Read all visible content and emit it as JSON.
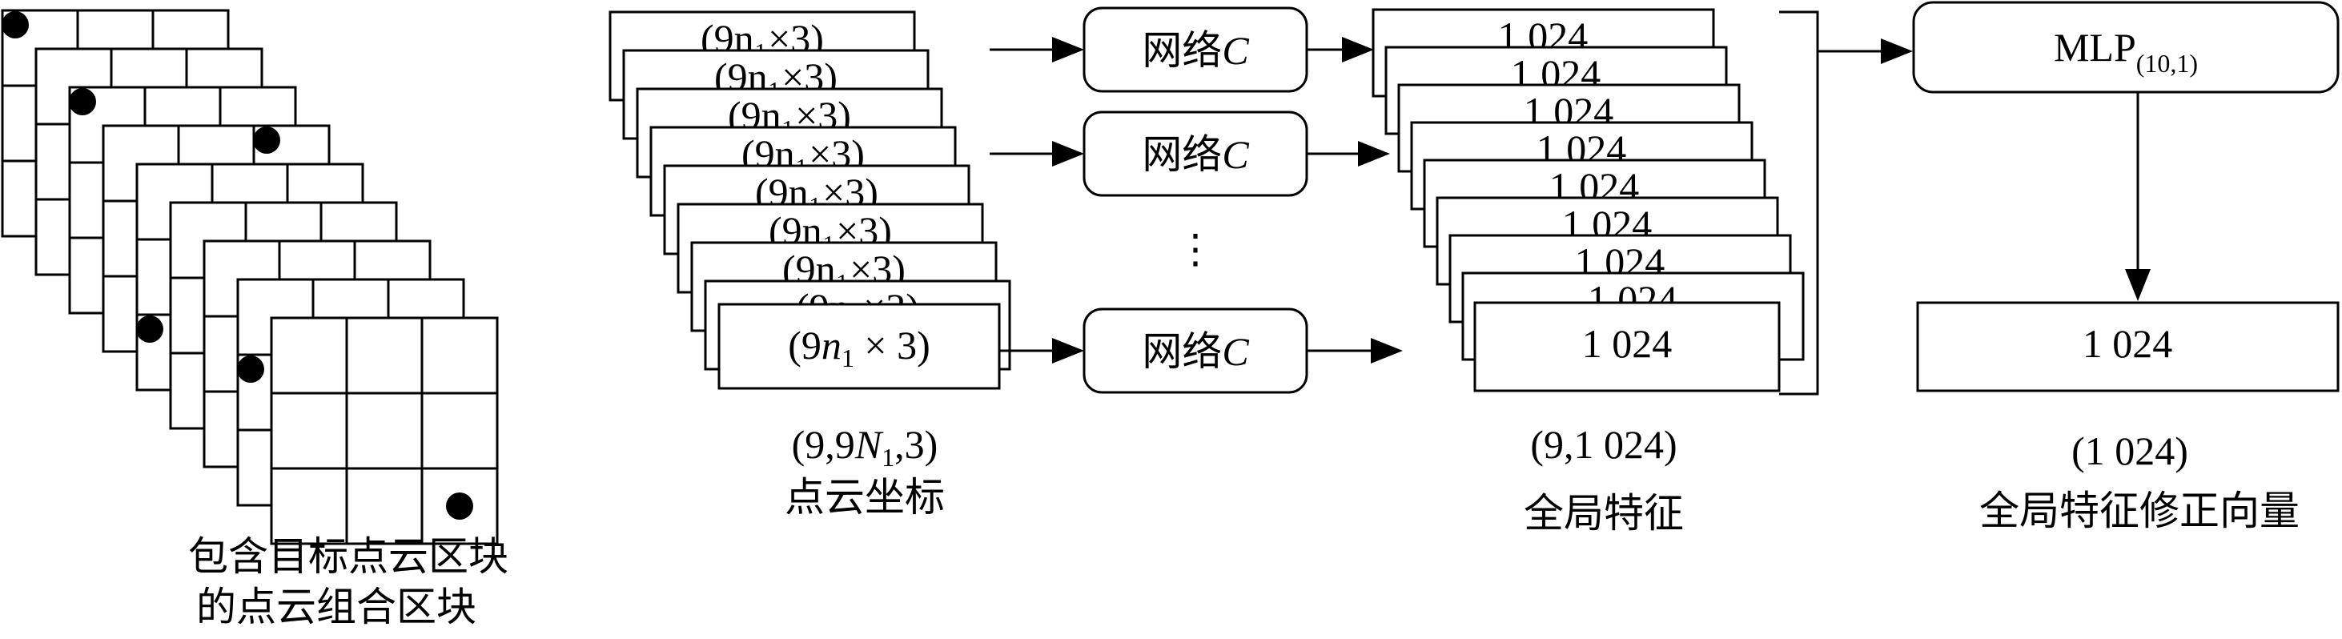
{
  "grid_stack": {
    "caption_line1": "包含目标点云区块",
    "caption_line2": "的点云组合区块"
  },
  "input_stack": {
    "front_text": "(9n₁×3)",
    "front_n": "n",
    "front_sub": "1",
    "hidden_text": "(9n₁×3)",
    "dims_label": "(9,9N₁,3)",
    "dims_N": "N",
    "dims_sub": "1",
    "caption": "点云坐标"
  },
  "network": {
    "label": "网络",
    "italic": "C",
    "ellipsis": "⋮"
  },
  "feature_stack": {
    "box_text": "1 024",
    "dims_label": "(9,1 024)",
    "caption": "全局特征"
  },
  "mlp": {
    "label": "MLP",
    "subscript": "(10,1)"
  },
  "output": {
    "box_text": "1 024",
    "dims_label": "(1 024)",
    "caption": "全局特征修正向量"
  }
}
